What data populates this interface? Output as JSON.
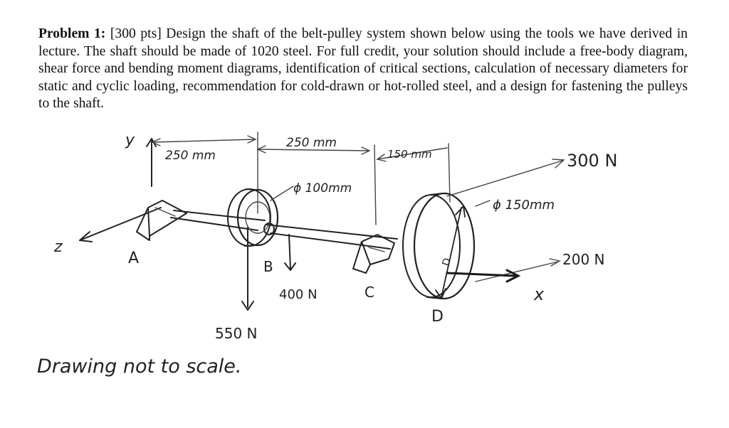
{
  "problem": {
    "heading": "Problem 1:",
    "points": "[300 pts]",
    "text": "Design the shaft of the belt-pulley system shown below using the tools we have derived in lecture. The shaft should be made of 1020 steel. For full credit, your solution should include a free-body diagram, shear force and bending moment diagrams, identification of critical sections, calculation of necessary diameters for static and cyclic loading, recommendation for cold-drawn or hot-rolled steel, and a design for fastening the pulleys to the shaft."
  },
  "sketch": {
    "axis_y": "y",
    "axis_z": "z",
    "axis_x": "x",
    "dim_ab": "250 mm",
    "dim_bc": "250 mm",
    "dim_cd": "150 mm",
    "pulley_b_dia": "ϕ 100mm",
    "pulley_d_dia": "ϕ 150mm",
    "point_a": "A",
    "point_b": "B",
    "point_c": "C",
    "point_d": "D",
    "force_300": "300 N",
    "force_200": "200 N",
    "force_400": "400 N",
    "force_550": "550 N",
    "note": "Drawing not to scale."
  }
}
